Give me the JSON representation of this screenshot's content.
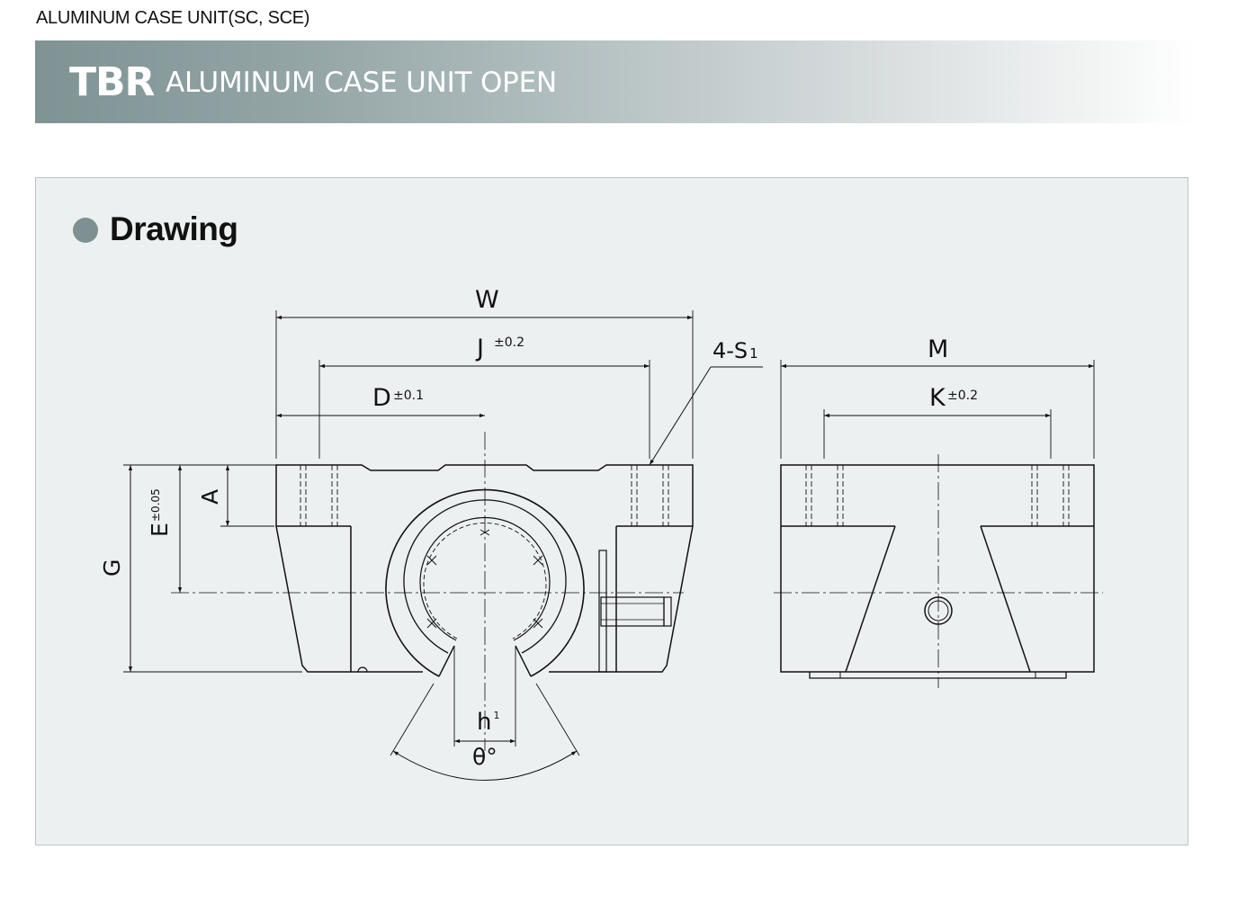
{
  "top_caption": "ALUMINUM CASE UNIT(SC, SCE)",
  "header": {
    "code": "TBR",
    "title": "ALUMINUM CASE UNIT OPEN"
  },
  "section": {
    "title": "Drawing"
  },
  "drawing": {
    "W": "W",
    "J": "J",
    "J_tol": "±0.2",
    "D": "D",
    "D_tol": "±0.1",
    "S": "4-S",
    "S_sub": "1",
    "M": "M",
    "K": "K",
    "K_tol": "±0.2",
    "A": "A",
    "E": "E",
    "E_tol": "±0.05",
    "G": "G",
    "h": "h",
    "h_sup": "1",
    "theta": "θ°"
  },
  "colors": {
    "band_start": "#7f9394",
    "panel_bg": "#edf0f1",
    "dot": "#7e9091"
  }
}
